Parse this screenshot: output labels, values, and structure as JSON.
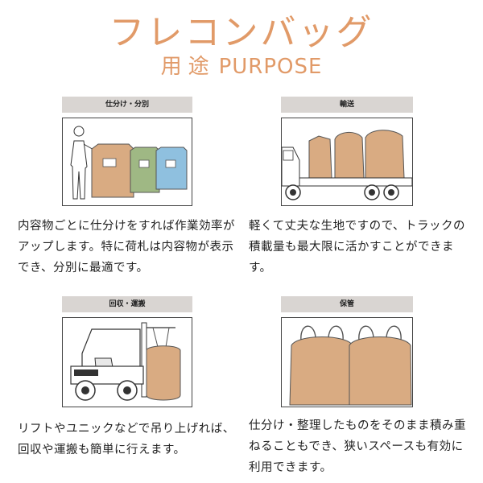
{
  "header": {
    "title": "フレコンバッグ",
    "subtitle_jp": "用途",
    "subtitle_en": "PURPOSE"
  },
  "cards": [
    {
      "label": "仕分け・分別",
      "description": "内容物ごとに仕分けをすれば作業効率がアップします。特に荷札は内容物が表示でき、分別に最適です。"
    },
    {
      "label": "輸送",
      "description": "軽くて丈夫な生地ですので、トラックの積載量も最大限に活かすことができます。"
    },
    {
      "label": "回収・運搬",
      "description": "リフトやユニックなどで吊り上げれば、回収や運搬も簡単に行えます。"
    },
    {
      "label": "保管",
      "description": "仕分け・整理したものをそのまま積み重ねることもでき、狭いスペースも有効に利用できます。"
    }
  ],
  "colors": {
    "accent": "#e19a68",
    "label_bg": "#d9d5d2",
    "bag": "#d9ab82",
    "bag_green": "#9fb884",
    "bag_blue": "#8fc0df"
  }
}
